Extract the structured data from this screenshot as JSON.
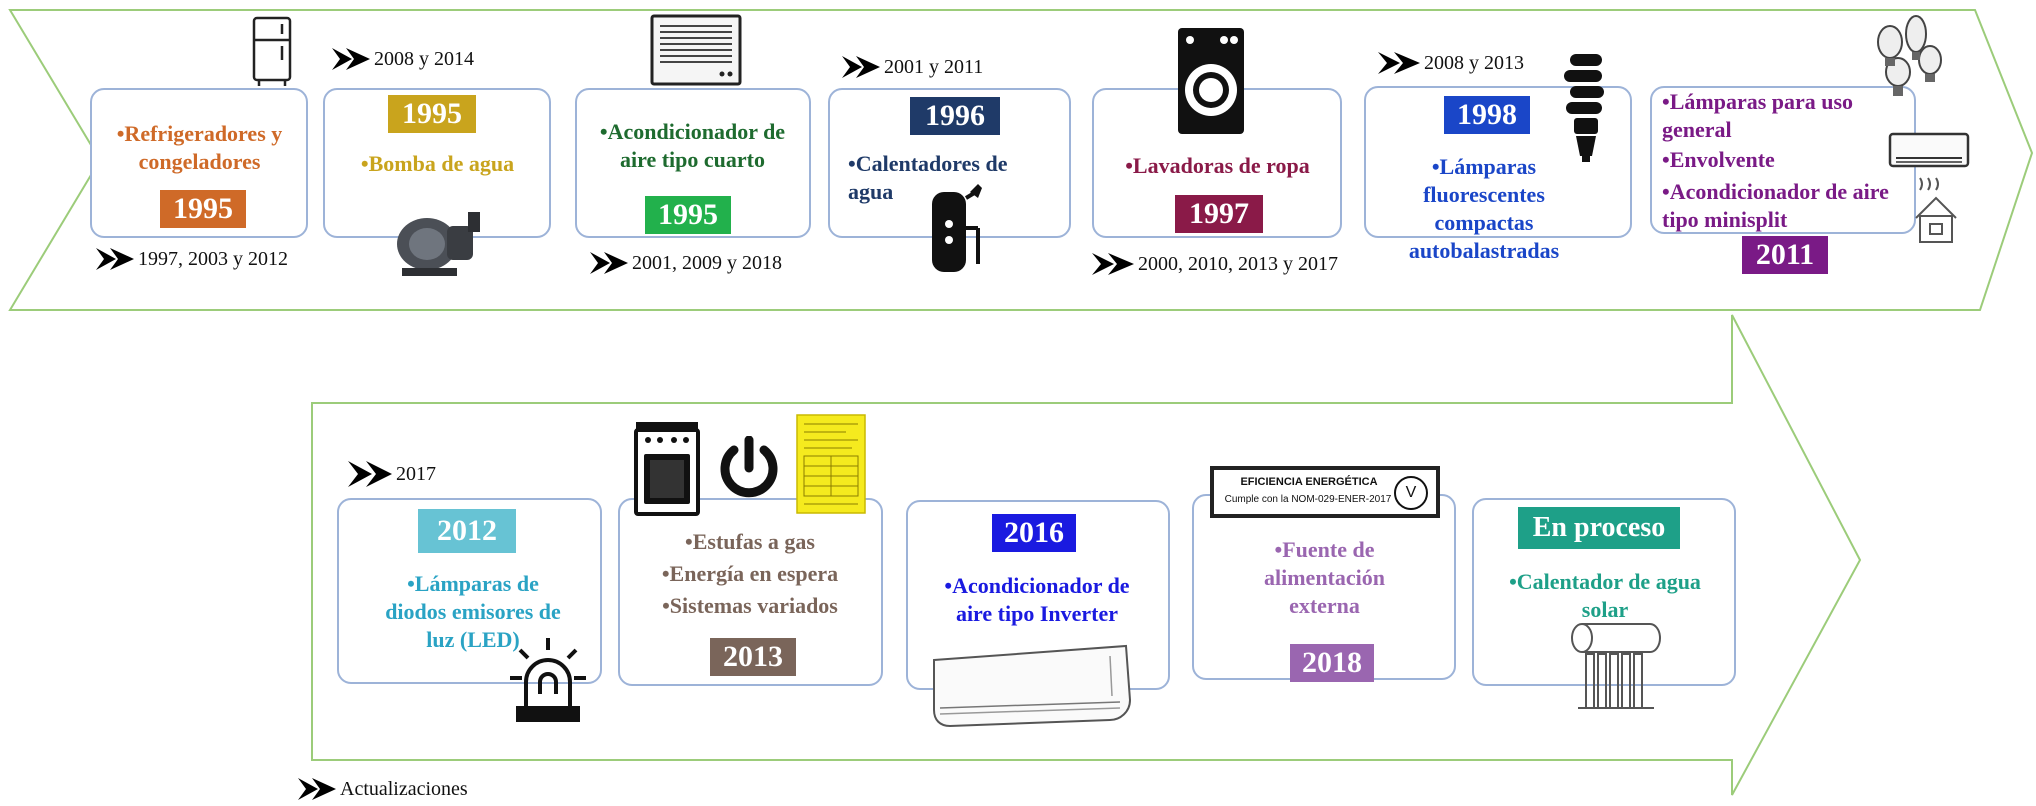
{
  "colors": {
    "frame": "#9ccc7a",
    "card_border": "#9db3d8"
  },
  "row1": [
    {
      "id": "refrig",
      "year": "1995",
      "year_color": "#cf6a28",
      "label": "•Refrigeradores y congeladores",
      "label_color": "#cf6a28",
      "update": "1997, 2003 y 2012"
    },
    {
      "id": "bomba",
      "year": "1995",
      "year_color": "#c9a41d",
      "label": "•Bomba de agua",
      "label_color": "#c9a41d",
      "update": "2008 y 2014"
    },
    {
      "id": "acond",
      "year": "1995",
      "year_color": "#22b14c",
      "label": "•Acondicionador de aire tipo cuarto",
      "label_color": "#1e6b2f",
      "update": "2001, 2009 y 2018"
    },
    {
      "id": "calent",
      "year": "1996",
      "year_color": "#1f3a68",
      "label": "•Calentadores de agua",
      "label_color": "#1f3a68",
      "update": "2001 y 2011"
    },
    {
      "id": "lavad",
      "year": "1997",
      "year_color": "#8a1a48",
      "label": "•Lavadoras de ropa",
      "label_color": "#8a1a48",
      "update": "2000, 2010, 2013 y 2017"
    },
    {
      "id": "lampfc",
      "year": "1998",
      "year_color": "#1a46c8",
      "label": "•Lámparas fluorescentes compactas autobalastradas",
      "label_color": "#1a46c8",
      "update": "2008 y 2013"
    },
    {
      "id": "multi",
      "year": "2011",
      "year_color": "#7a1a86",
      "items": [
        "•Lámparas para uso general",
        "•Envolvente",
        "•Acondicionador de aire tipo minisplit"
      ],
      "label_color": "#7a1a86"
    }
  ],
  "row2": [
    {
      "id": "led",
      "year": "2012",
      "year_color": "#67c3d4",
      "label": "•Lámparas de diodos emisores de luz (LED)",
      "label_color": "#2aa3c4",
      "update": "2017"
    },
    {
      "id": "estufas",
      "year": "2013",
      "year_color": "#7a655a",
      "items": [
        "•Estufas a gas",
        "•Energía en espera",
        "•Sistemas variados"
      ],
      "label_color": "#7a655a"
    },
    {
      "id": "inverter",
      "year": "2016",
      "year_color": "#1a1ae0",
      "label": "•Acondicionador de aire tipo Inverter",
      "label_color": "#1a1ae0"
    },
    {
      "id": "fuente",
      "year": "2018",
      "year_color": "#9a66b0",
      "label": "•Fuente de alimentación externa",
      "label_color": "#9a66b0"
    },
    {
      "id": "solar",
      "year": "En proceso",
      "year_color": "#1ea088",
      "label": "•Calentador de agua solar",
      "label_color": "#1ea088"
    }
  ],
  "label_box": {
    "title": "EFICIENCIA ENERGÉTICA",
    "subtitle": "Cumple con la NOM-029-ENER-2017",
    "mark": "V"
  },
  "legend": {
    "text": "Actualizaciones"
  }
}
